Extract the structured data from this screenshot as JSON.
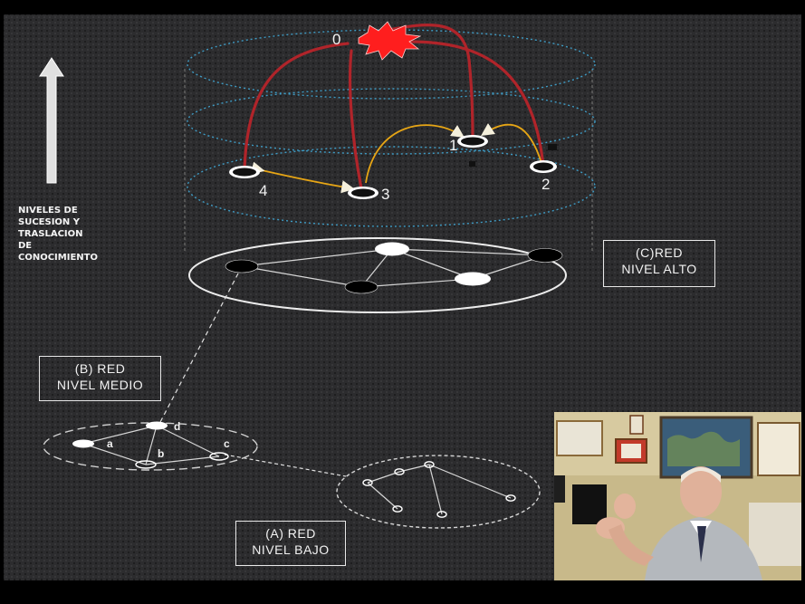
{
  "diagram": {
    "vertical_caption": [
      "NIVELES DE",
      "SUCESION Y",
      "TRASLACION",
      "DE",
      "CONOCIMIENTO"
    ],
    "top_levels": {
      "node_labels": [
        "0",
        "1",
        "2",
        "3",
        "4"
      ]
    },
    "network_c": {
      "label_line1": "(C)RED",
      "label_line2": "NIVEL ALTO"
    },
    "network_b": {
      "label_line1": "(B) RED",
      "label_line2": "NIVEL MEDIO",
      "node_labels": [
        "a",
        "b",
        "c",
        "d"
      ]
    },
    "network_a": {
      "label_line1": "(A) RED",
      "label_line2": "NIVEL BAJO"
    }
  },
  "colors": {
    "background": "#2c2c2e",
    "level_rings": "#3e9bc4",
    "red_links": "#b0242a",
    "yellow_links": "#e6a515",
    "burst": "#ff1e1e",
    "lines": "#e8e8e8"
  },
  "webcam": {
    "description_icon": "presenter-video-overlay"
  }
}
